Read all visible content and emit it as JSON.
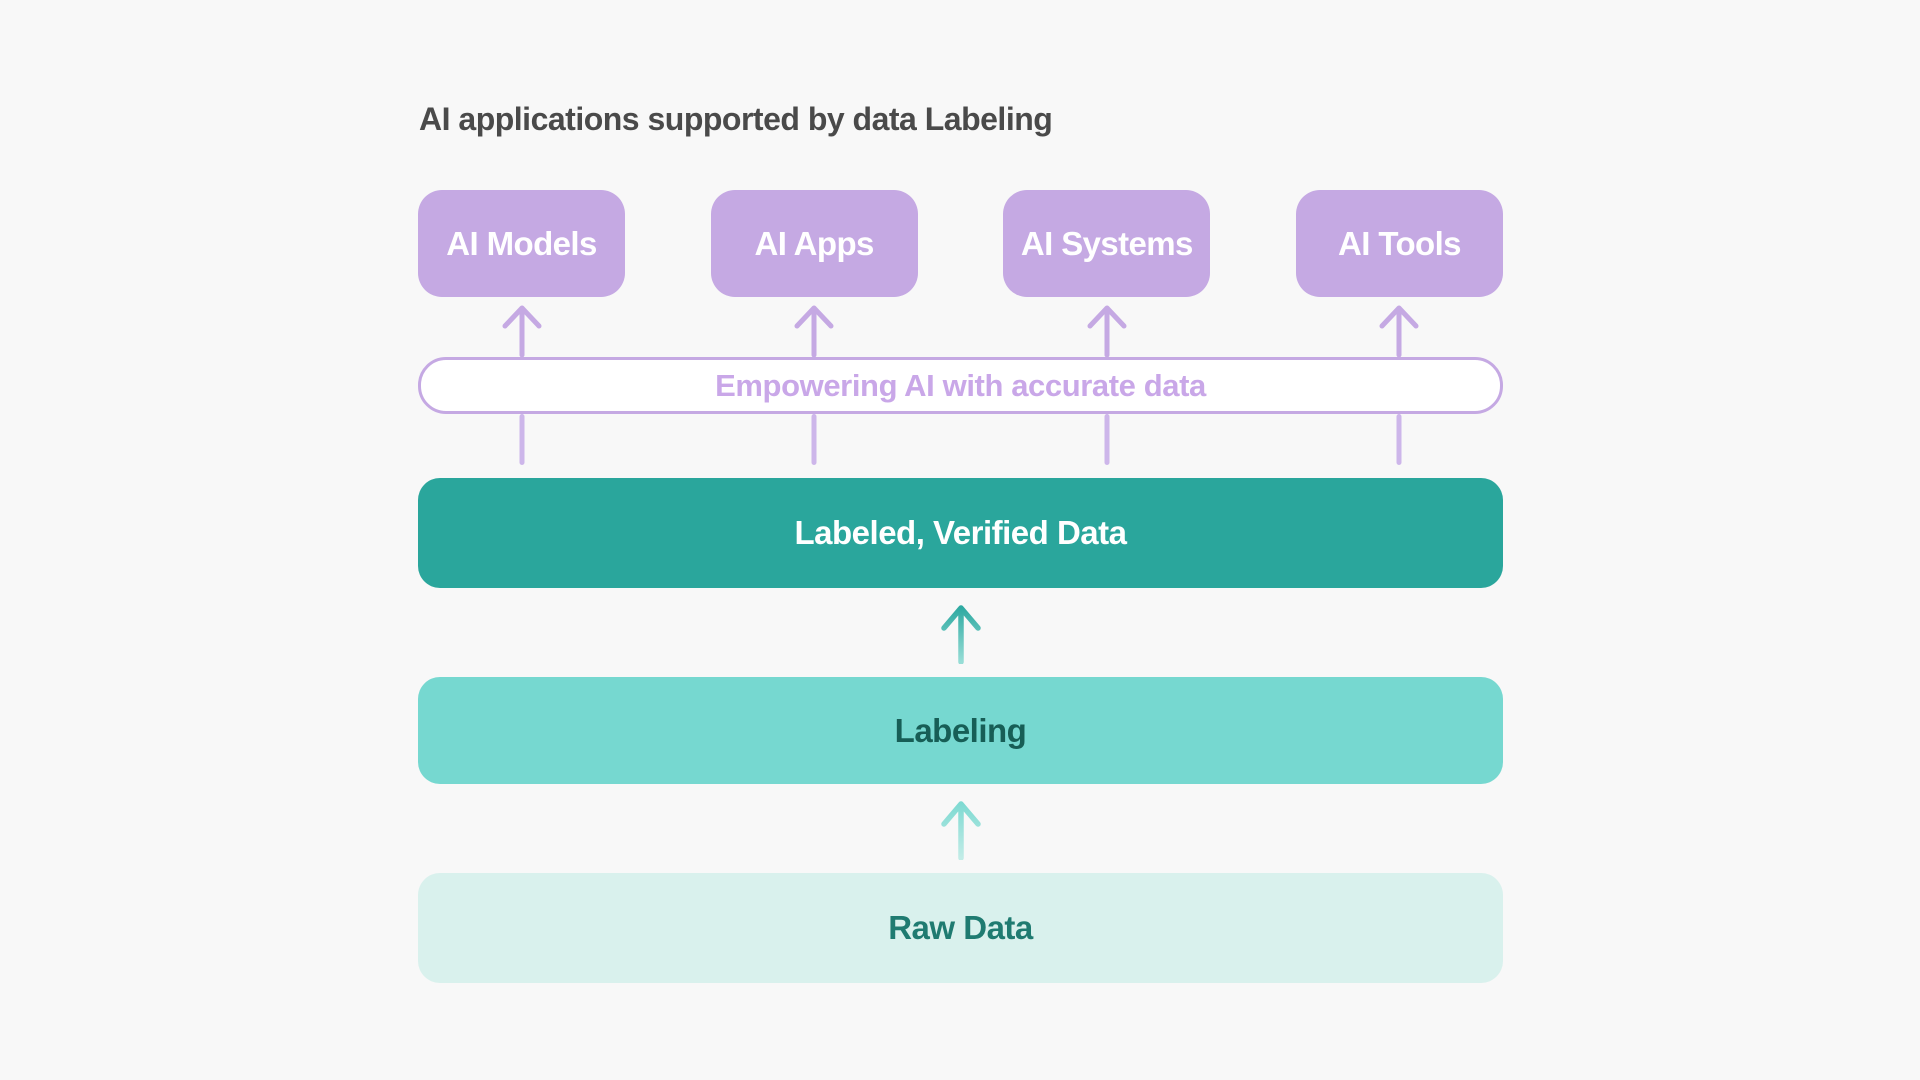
{
  "title": "AI applications supported by data Labeling",
  "app_boxes": [
    {
      "label": "AI Models"
    },
    {
      "label": "AI Apps"
    },
    {
      "label": "AI Systems"
    },
    {
      "label": "AI Tools"
    }
  ],
  "bridge": {
    "label": "Empowering AI with accurate data"
  },
  "flow": {
    "labeled": {
      "label": "Labeled, Verified Data"
    },
    "labeling": {
      "label": "Labeling"
    },
    "raw": {
      "label": "Raw Data"
    }
  },
  "icons": {
    "up_arrow": "↑"
  },
  "colors": {
    "page_bg": "#F8F8F8",
    "title_text": "#4A4A4A",
    "purple_fill": "#C5A9E3",
    "purple_line": "#C5A9E3",
    "purple_line_light": "#CDB6EA",
    "purple_text": "#C9A7E8",
    "bridge_bg": "#FFFFFF",
    "box_text": "#FFFFFF",
    "teal_dark": "#2AA69C",
    "teal_dark_text": "#FFFFFF",
    "teal_mid": "#76D8D0",
    "teal_mid_text": "#175E56",
    "teal_light": "#D9F1ED",
    "teal_light_text": "#1F7B71",
    "arrow_teal_top": "#2FAAA2",
    "arrow_teal_bottom": "#97DDD6",
    "arrow_aqua_top": "#7FDAD2",
    "arrow_aqua_bottom": "#C2ECE7"
  }
}
